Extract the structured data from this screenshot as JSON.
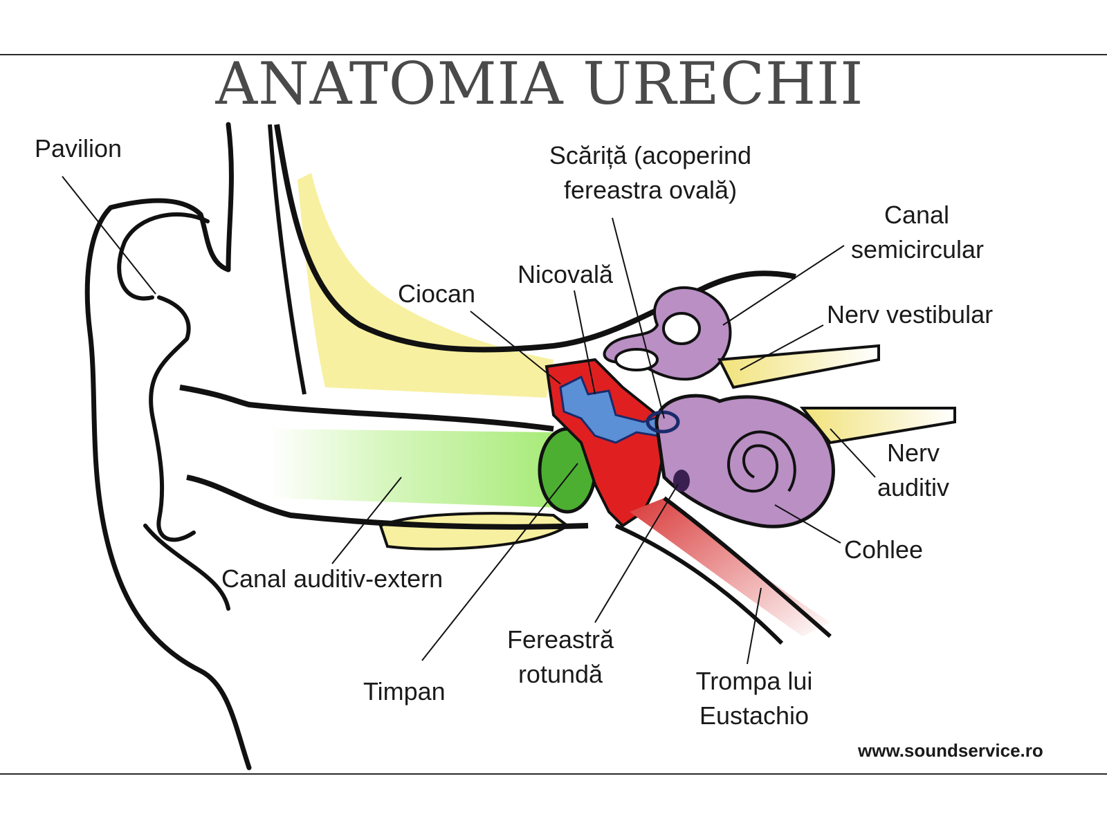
{
  "title": "ANATOMIA URECHII",
  "labels": {
    "pavilion": "Pavilion",
    "ciocan": "Ciocan",
    "nicovala": "Nicovală",
    "scarita_line1": "Scăriță (acoperind",
    "scarita_line2": "fereastra ovală)",
    "canal_semi_line1": "Canal",
    "canal_semi_line2": "semicircular",
    "nerv_vestibular": "Nerv vestibular",
    "nerv_auditiv_line1": "Nerv",
    "nerv_auditiv_line2": "auditiv",
    "cohlee": "Cohlee",
    "canal_auditiv_extern": "Canal auditiv-extern",
    "timpan": "Timpan",
    "fereastra_line1": "Fereastră",
    "fereastra_line2": "rotundă",
    "trompa_line1": "Trompa lui",
    "trompa_line2": "Eustachio"
  },
  "website": "www.soundservice.ro",
  "colors": {
    "bone": "#f7f0a0",
    "canal": "#9ee86a",
    "eardrum": "#4caf32",
    "middle_ear": "#e02020",
    "ossicles": "#5b8fd6",
    "inner_ear": "#b98fc4",
    "nerve": "#f1e27a",
    "outline": "#111111"
  }
}
